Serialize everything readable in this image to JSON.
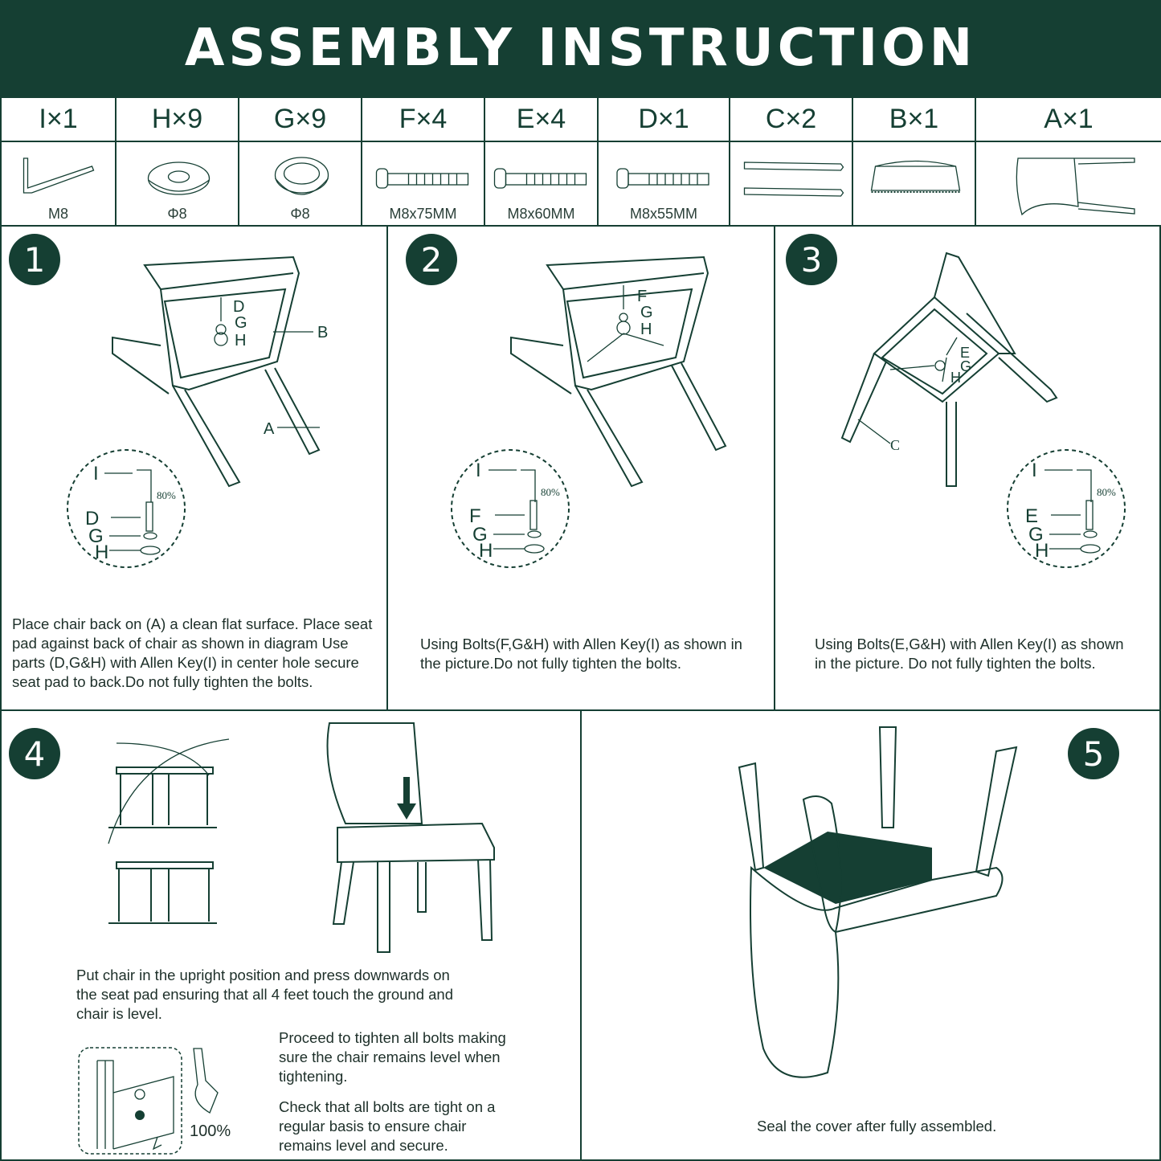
{
  "title": "ASSEMBLY INSTRUCTION",
  "parts": [
    {
      "label": "I×1",
      "size": "M8",
      "icon": "allen-key"
    },
    {
      "label": "H×9",
      "size": "Φ8",
      "icon": "flat-washer"
    },
    {
      "label": "G×9",
      "size": "Φ8",
      "icon": "spring-washer"
    },
    {
      "label": "F×4",
      "size": "M8x75MM",
      "icon": "bolt"
    },
    {
      "label": "E×4",
      "size": "M8x60MM",
      "icon": "bolt"
    },
    {
      "label": "D×1",
      "size": "M8x55MM",
      "icon": "bolt"
    },
    {
      "label": "C×2",
      "size": "",
      "icon": "brackets"
    },
    {
      "label": "B×1",
      "size": "",
      "icon": "seat-pad"
    },
    {
      "label": "A×1",
      "size": "",
      "icon": "chair-back"
    }
  ],
  "steps": [
    {
      "number": "1",
      "text": "Place chair back on (A) a clean flat surface. Place seat pad against back of chair as shown in diagram Use parts (D,G&H) with Allen Key(I) in center hole secure seat pad to back.Do not fully tighten the bolts.",
      "labels": [
        "D",
        "G",
        "H"
      ],
      "callouts": [
        "B",
        "A"
      ],
      "detail": [
        "I",
        "D",
        "G",
        "H"
      ],
      "percent": "80%"
    },
    {
      "number": "2",
      "text": "Using Bolts(F,G&H) with Allen Key(I) as shown in the picture.Do not fully tighten the bolts.",
      "labels": [
        "F",
        "G",
        "H"
      ],
      "detail": [
        "I",
        "F",
        "G",
        "H"
      ],
      "percent": "80%"
    },
    {
      "number": "3",
      "text": "Using Bolts(E,G&H) with Allen Key(I) as shown in the picture. Do not fully tighten the bolts.",
      "labels": [
        "E",
        "G",
        "H"
      ],
      "callouts": [
        "C"
      ],
      "detail": [
        "I",
        "E",
        "G",
        "H"
      ],
      "percent": "80%"
    },
    {
      "number": "4",
      "text": "Put chair in the upright position and press downwards on the seat pad ensuring that all 4 feet touch the ground and chair is level.",
      "text2": "Proceed to tighten all bolts making sure the chair remains level when tightening.",
      "text3": "Check that all bolts are tight on a regular basis to ensure chair remains level and secure.",
      "percent": "100%"
    },
    {
      "number": "5",
      "text": "Seal the cover after fully assembled."
    }
  ],
  "colors": {
    "brand": "#153f33"
  }
}
